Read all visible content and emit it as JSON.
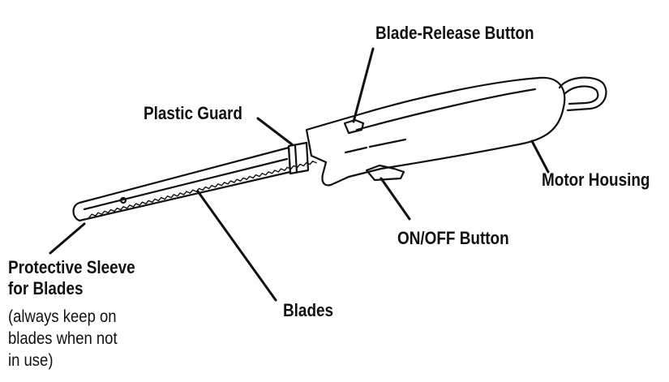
{
  "diagram": {
    "labels": {
      "blade_release": "Blade-Release Button",
      "plastic_guard": "Plastic Guard",
      "motor_housing": "Motor Housing",
      "on_off": "ON/OFF Button",
      "sleeve_line1": "Protective Sleeve",
      "sleeve_line2": "for Blades",
      "sleeve_note1": "(always keep on",
      "sleeve_note2": "blades when not",
      "sleeve_note3": "in use)",
      "blades": "Blades"
    },
    "colors": {
      "ink": "#111111",
      "fill": "#ffffff"
    },
    "icons": [
      "electric-knife-illustration"
    ]
  }
}
